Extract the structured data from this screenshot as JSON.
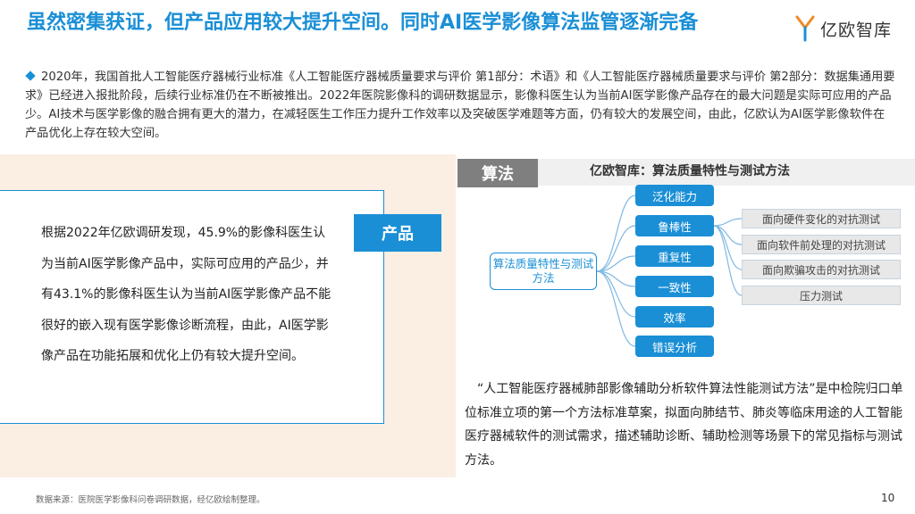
{
  "title": "虽然密集获证，但产品应用较大提升空间。同时AI医学影像算法监管逐渐完备",
  "logo": {
    "text": "亿欧智库"
  },
  "intro": "2020年，我国首批人工智能医疗器械行业标准《人工智能医疗器械质量要求与评价 第1部分：术语》和《人工智能医疗器械质量要求与评价 第2部分：数据集通用要求》已经进入报批阶段，后续行业标准仍在不断被推出。2022年医院影像科的调研数据显示，影像科医生认为当前AI医学影像产品存在的最大问题是实际可应用的产品少。AI技术与医学影像的融合拥有更大的潜力，在减轻医生工作压力提升工作效率以及突破医学难题等方面，仍有较大的发展空间，由此，亿欧认为AI医学影像软件在产品优化上存在较大空间。",
  "product": {
    "tag": "产品",
    "text": "根据2022年亿欧调研发现，45.9%的影像科医生认为当前AI医学影像产品中，实际可应用的产品少，并有43.1%的影像科医生认为当前AI医学影像产品不能很好的嵌入现有医学影像诊断流程，由此，AI医学影像产品在功能拓展和优化上仍有较大提升空间。"
  },
  "algorithm": {
    "tag": "算法",
    "chart_title": "亿欧智库：算法质量特性与测试方法",
    "root": "算法质量特性与测试方法",
    "branches": [
      "泛化能力",
      "鲁棒性",
      "重复性",
      "一致性",
      "效率",
      "错误分析"
    ],
    "robustness_tests": [
      "面向硬件变化的对抗测试",
      "面向软件前处理的对抗测试",
      "面向欺骗攻击的对抗测试",
      "压力测试"
    ],
    "text": "“人工智能医疗器械肺部影像辅助分析软件算法性能测试方法”是中检院归口单位标准立项的第一个方法标准草案，拟面向肺结节、肺炎等临床用途的人工智能医疗器械软件的测试需求，描述辅助诊断、辅助检测等场景下的常见指标与测试方法。"
  },
  "footer": {
    "source": "数据来源：医院医学影像科问卷调研数据，经亿欧绘制整理。",
    "page": "10"
  },
  "colors": {
    "accent": "#1a8fd6",
    "panel_bg": "#fbeee3",
    "tag_gray": "#7f7f7f"
  }
}
